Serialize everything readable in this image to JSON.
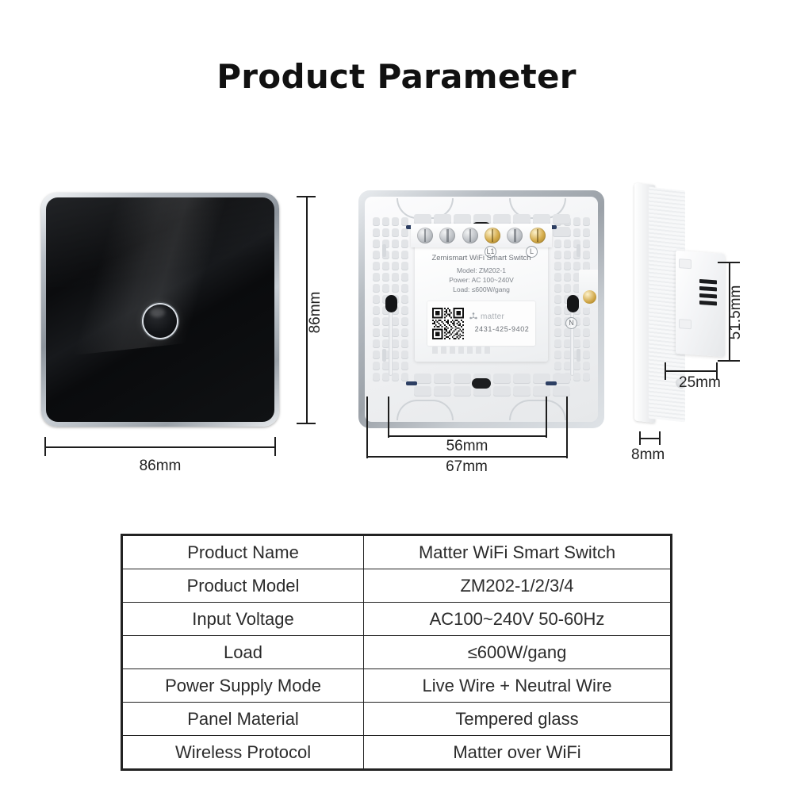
{
  "title": "Product Parameter",
  "views": {
    "front": {
      "name": "front-panel-view",
      "dim_width": "86mm",
      "dim_height": "86mm"
    },
    "back": {
      "name": "back-panel-view",
      "dim_inner": "56mm",
      "dim_outer": "67mm",
      "label": {
        "brand_line": "Zemismart WiFi Smart Switch",
        "model_line": "Model: ZM202-1",
        "power_line": "Power: AC 100~240V",
        "load_line": "Load: ≤600W/gang",
        "matter_word": "matter",
        "matter_code": "2431-425-9402"
      },
      "terminals": [
        {
          "id": "terminal-1",
          "type": "silver",
          "label": ""
        },
        {
          "id": "terminal-2",
          "type": "silver",
          "label": ""
        },
        {
          "id": "terminal-3",
          "type": "silver",
          "label": ""
        },
        {
          "id": "terminal-4",
          "type": "brass",
          "label": "L1"
        },
        {
          "id": "terminal-5",
          "type": "silver",
          "label": ""
        },
        {
          "id": "terminal-6",
          "type": "brass",
          "label": "L"
        }
      ],
      "neutral_label": "N"
    },
    "side": {
      "name": "side-profile-view",
      "dim_depth": "51.5mm",
      "dim_module": "25mm",
      "dim_thickness": "8mm"
    }
  },
  "spec_table": {
    "rows": [
      {
        "key": "Product Name",
        "value": "Matter WiFi Smart Switch"
      },
      {
        "key": "Product Model",
        "value": "ZM202-1/2/3/4"
      },
      {
        "key": "Input Voltage",
        "value": "AC100~240V 50-60Hz"
      },
      {
        "key": "Load",
        "value": "≤600W/gang"
      },
      {
        "key": "Power Supply Mode",
        "value": "Live Wire + Neutral Wire"
      },
      {
        "key": "Panel Material",
        "value": "Tempered glass"
      },
      {
        "key": "Wireless Protocol",
        "value": "Matter over WiFi"
      }
    ]
  },
  "colors": {
    "background": "#ffffff",
    "text": "#222222",
    "panel_glass": "#0c0d0f",
    "panel_bezel": "#a8aeb5",
    "brass": "#cfa545",
    "table_border": "#222222"
  }
}
